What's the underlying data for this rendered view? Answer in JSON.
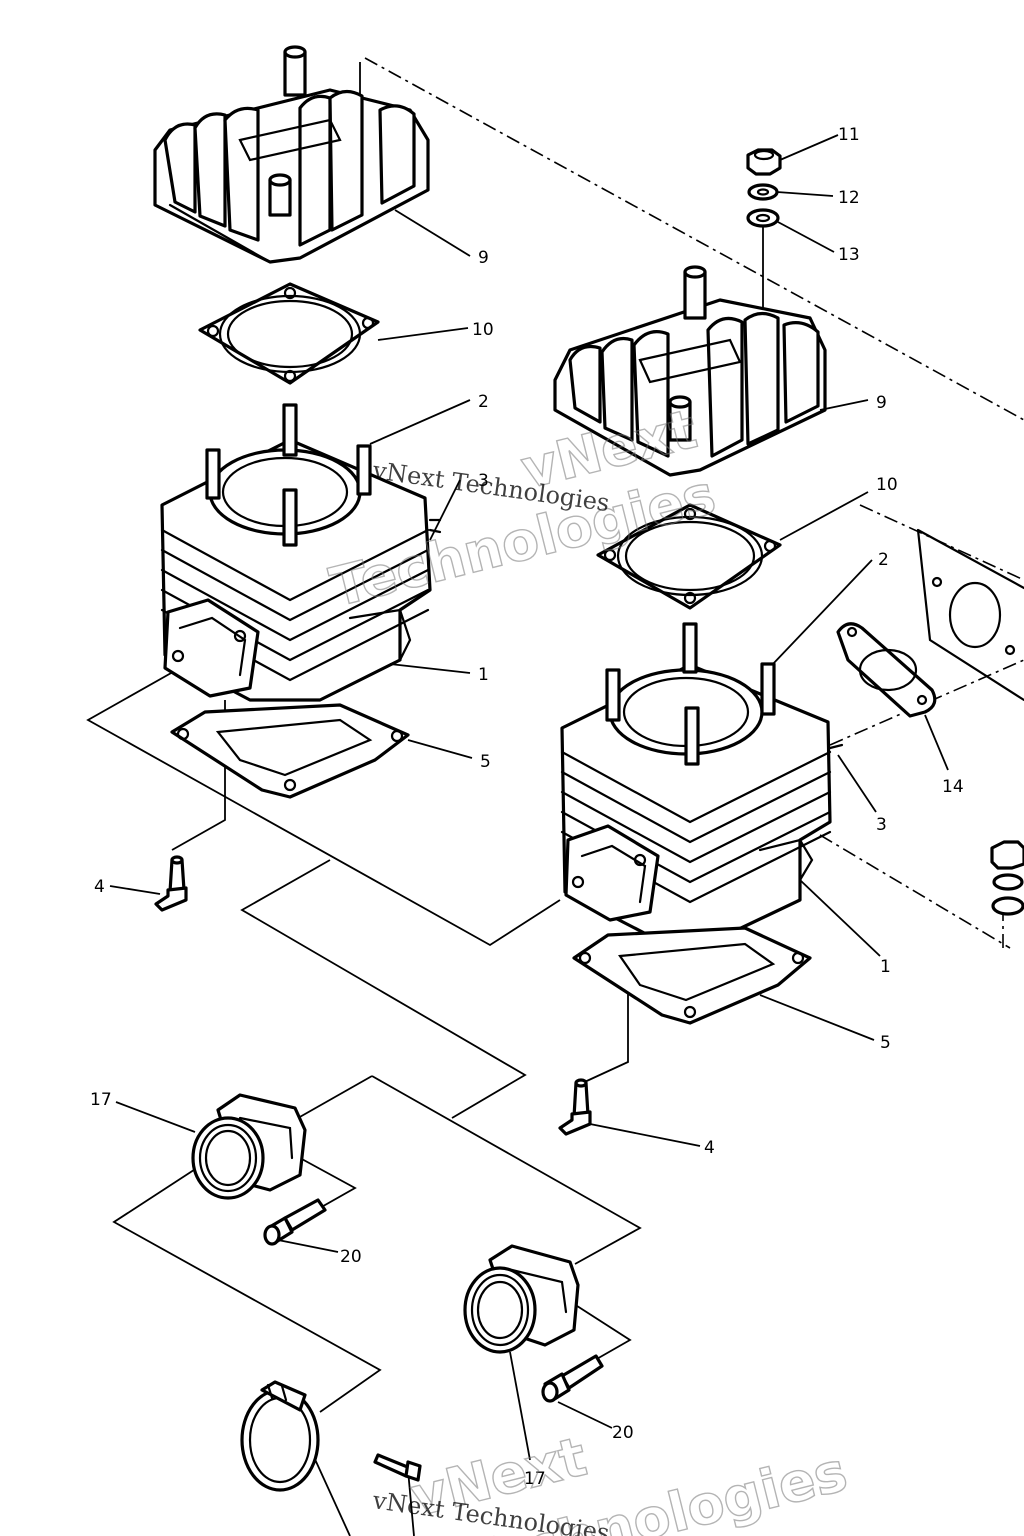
{
  "watermark": {
    "brand": "vNext",
    "company": "Technologies",
    "full": "vNext Technologies"
  },
  "callouts": {
    "c1a": "1",
    "c1b": "1",
    "c2a": "2",
    "c2b": "2",
    "c3a": "3",
    "c3b": "3",
    "c4a": "4",
    "c4b": "4",
    "c5a": "5",
    "c5b": "5",
    "c9a": "9",
    "c9b": "9",
    "c10a": "10",
    "c10b": "10",
    "c11": "11",
    "c12": "12",
    "c13": "13",
    "c14": "14",
    "c17a": "17",
    "c17b": "17",
    "c20a": "20",
    "c20b": "20"
  }
}
